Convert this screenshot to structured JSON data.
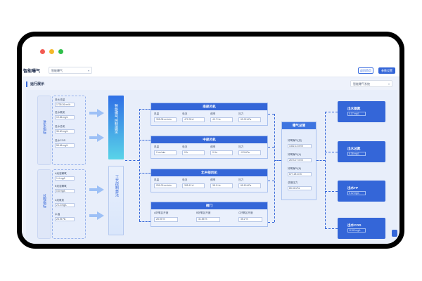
{
  "header": {
    "brand": "智能曝气",
    "selector": "智能曝气",
    "btn_outline": "返回首页",
    "btn_fill": "参数设置"
  },
  "subbar": {
    "title": "运行展示",
    "selector": "智能曝气系统"
  },
  "left_tags": [
    {
      "label": "进水指标"
    },
    {
      "label": "过程指标"
    }
  ],
  "inflow_fields": [
    {
      "label": "进水流量",
      "value": "1735.26 m³/h"
    },
    {
      "label": "进水氨氮",
      "value": "19.86 mg/L"
    },
    {
      "label": "进水总氮",
      "value": "35.60 mg/L"
    },
    {
      "label": "进水COD",
      "value": "58.66 mg/L"
    }
  ],
  "process_fields": [
    {
      "label": "A池溶解氧",
      "value": "1.4 mg/L"
    },
    {
      "label": "B池溶解氧",
      "value": "0.8 mg/L"
    },
    {
      "label": "A池氨氮",
      "value": "2.12 mg/L"
    },
    {
      "label": "水温",
      "value": "28.95 ℃"
    }
  ],
  "vbars": [
    "智能曝气控制模型",
    "工艺控制算法"
  ],
  "stages": [
    {
      "title": "南部风机",
      "items": [
        {
          "k": "风量",
          "v": "395.08 m³/min"
        },
        {
          "k": "电流",
          "v": "472.33 A"
        },
        {
          "k": "频率",
          "v": "40.7 Hz"
        },
        {
          "k": "压力",
          "v": "69.02 kPa"
        }
      ]
    },
    {
      "title": "中部风机",
      "items": [
        {
          "k": "风量",
          "v": "0 m³/min"
        },
        {
          "k": "电流",
          "v": "0 A"
        },
        {
          "k": "频率",
          "v": "0 Hz"
        },
        {
          "k": "压力",
          "v": "-0.9 kPa"
        }
      ]
    },
    {
      "title": "北中部风机",
      "items": [
        {
          "k": "风量",
          "v": "251.00 m³/min"
        },
        {
          "k": "电流",
          "v": "335.12 A"
        },
        {
          "k": "频率",
          "v": "38.1 Hz"
        },
        {
          "k": "压力",
          "v": "65.15 kPa"
        }
      ]
    },
    {
      "title": "阀门",
      "items": [
        {
          "k": "A好氧区开度",
          "v": "28.93 %"
        },
        {
          "k": "B好氧区开度",
          "v": "31.55 %"
        },
        {
          "k": "C好氧区开度",
          "v": "35.2 %"
        }
      ]
    }
  ],
  "blower": {
    "title": "曝气总管",
    "items": [
      {
        "k": "好氧曝气(总)",
        "v": "1402.14 m³/h"
      },
      {
        "k": "好氧曝气(A)",
        "v": "2673.27 m³/h"
      },
      {
        "k": "好氧曝气(B)",
        "v": "677.28 m³/h"
      },
      {
        "k": "总管压力",
        "v": "65.31 kPa"
      }
    ]
  },
  "outputs": [
    {
      "title": "出水氨氮",
      "value": "0.17 mg/L"
    },
    {
      "title": "出水总氮",
      "value": "8.38 mg/L"
    },
    {
      "title": "出水TP",
      "value": "0.12 mg/L"
    },
    {
      "title": "出水COD",
      "value": "12.89 mg/L"
    }
  ]
}
